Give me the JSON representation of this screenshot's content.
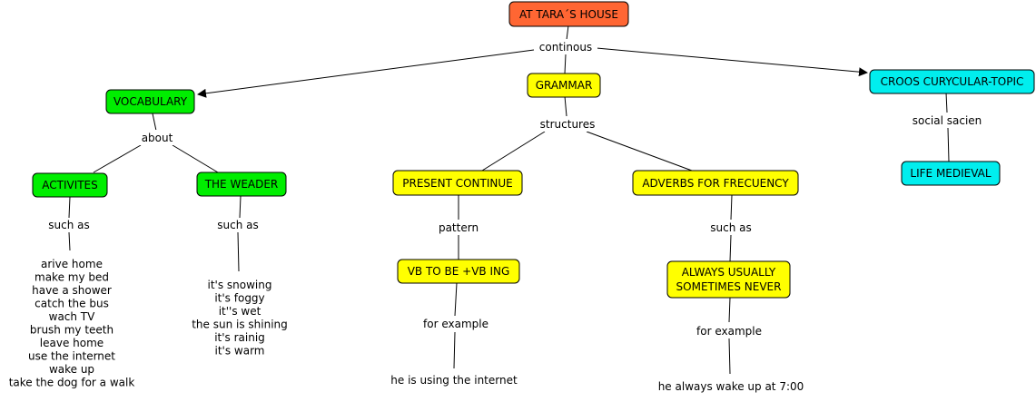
{
  "colors": {
    "root": "#ff6633",
    "vocabulary": "#00ee00",
    "grammar": "#ffff00",
    "cross": "#00eeee",
    "line": "#000000"
  },
  "nodes": {
    "root": "AT TARA´S HOUSE",
    "vocabulary": "VOCABULARY",
    "grammar": "GRAMMAR",
    "cross": "CROOS CURYCULAR-TOPIC",
    "activites": "ACTIVITES",
    "weader": "THE WEADER",
    "present": "PRESENT CONTINUE",
    "adverbs": "ADVERBS FOR FRECUENCY",
    "vbtobe": "VB TO BE +VB ING",
    "always_line1": "ALWAYS USUALLY",
    "always_line2": "SOMETIMES NEVER",
    "medieval": "LIFE MEDIEVAL"
  },
  "links": {
    "continous": "continous",
    "about": "about",
    "structures": "structures",
    "social": "social sacien",
    "such_as_activites": "such as",
    "such_as_weader": "such as",
    "such_as_adverbs": "such as",
    "pattern": "pattern",
    "for_example_vb": "for example",
    "for_example_always": "for example"
  },
  "activities_list": [
    "arive home",
    "make my bed",
    "have a shower",
    "catch the bus",
    "wach TV",
    "brush my teeth",
    "leave home",
    "use the internet",
    "wake up",
    "take the dog for a walk"
  ],
  "weather_list": [
    "it's snowing",
    "it's foggy",
    "it''s wet",
    "the sun is shining",
    "it's rainig",
    "it's warm"
  ],
  "example_vb": "he is using the internet",
  "example_always": "he always wake up at 7:00"
}
